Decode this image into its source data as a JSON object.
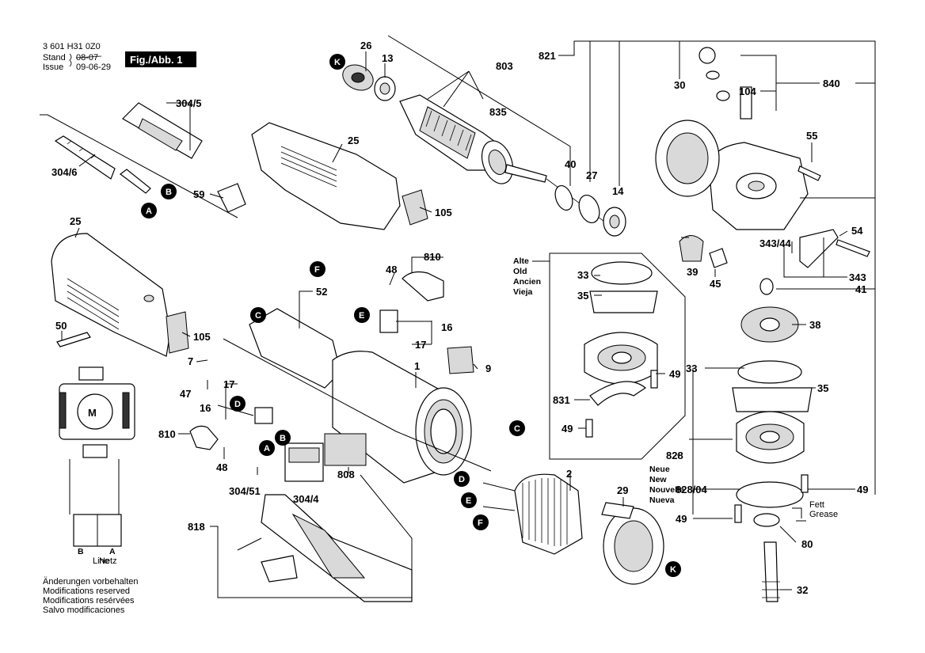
{
  "header": {
    "doc_number": "3 601 H31 0Z0",
    "stand_label": "Stand",
    "issue_label": "Issue",
    "old_date": "08-07",
    "new_date": "09-06-29",
    "fig_label": "Fig./Abb. 1"
  },
  "footer": {
    "lines": [
      "Änderungen vorbehalten",
      "Modifications reserved",
      "Modifications resérvées",
      "Salvo modificaciones"
    ]
  },
  "variant_old": [
    "Alte",
    "Old",
    "Ancien",
    "Vieja"
  ],
  "variant_new": [
    "Neue",
    "New",
    "Nouvelle",
    "Nueva"
  ],
  "grease_note": [
    "Fett",
    "Grease"
  ],
  "wiring": {
    "motor_letter": "M",
    "switch_left": "B",
    "switch_right": "A",
    "line_label_1": "Line",
    "line_label_2": "Netz"
  },
  "callouts": {
    "K1": "K",
    "K2": "K",
    "B1": "B",
    "B2": "B",
    "A1": "A",
    "A2": "A",
    "C1": "C",
    "C2": "C",
    "D1": "D",
    "D2": "D",
    "E1": "E",
    "E2": "E",
    "F1": "F",
    "F2": "F"
  },
  "parts": {
    "p26": "26",
    "p13": "13",
    "p803": "803",
    "p835": "835",
    "p821": "821",
    "p30": "30",
    "p104": "104",
    "p840": "840",
    "p304_5": "304/5",
    "p304_6": "304/6",
    "p25a": "25",
    "p59": "59",
    "p105a": "105",
    "p40": "40",
    "p27": "27",
    "p14": "14",
    "p55": "55",
    "p25b": "25",
    "p50": "50",
    "p105b": "105",
    "p52": "52",
    "p48a": "48",
    "p810a": "810",
    "p16a": "16",
    "p17a": "17",
    "p7": "7",
    "p47": "47",
    "p17b": "17",
    "p16b": "16",
    "p1": "1",
    "p9": "9",
    "p810b": "810",
    "p48b": "48",
    "p304_51": "304/51",
    "p304_4": "304/4",
    "p808": "808",
    "p818": "818",
    "p2": "2",
    "p29": "29",
    "p33a": "33",
    "p35a": "35",
    "p49a": "49",
    "p831": "831",
    "p49b": "49",
    "p343_44": "343/44",
    "p54": "54",
    "p39": "39",
    "p45": "45",
    "p343": "343",
    "p41": "41",
    "p38": "38",
    "p33b": "33",
    "p35b": "35",
    "p828": "828",
    "p828_04": "828/04",
    "p49c": "49",
    "p49d": "49",
    "p80": "80",
    "p32": "32"
  }
}
